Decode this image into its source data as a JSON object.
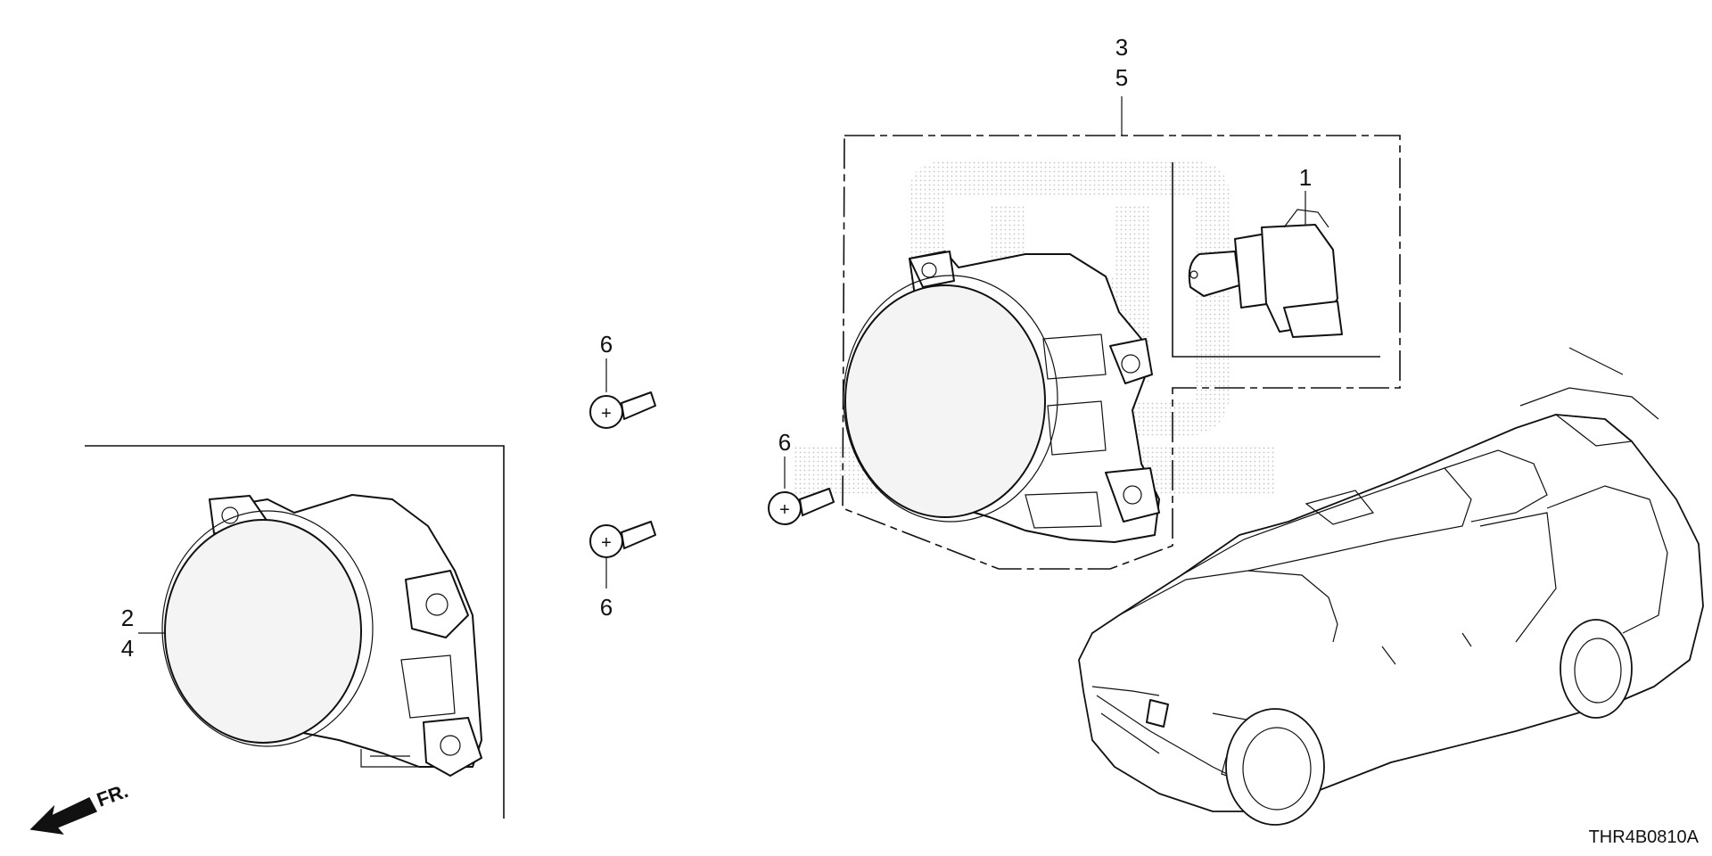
{
  "callouts": {
    "bulb_number": "1",
    "fog_light_left_a": "2",
    "fog_light_left_b": "4",
    "fog_light_right_a": "3",
    "fog_light_right_b": "5",
    "screw_top": "6",
    "screw_bottom": "6",
    "screw_right": "6"
  },
  "direction_marker": {
    "label": "FR."
  },
  "diagram_code": "THR4B0810A"
}
